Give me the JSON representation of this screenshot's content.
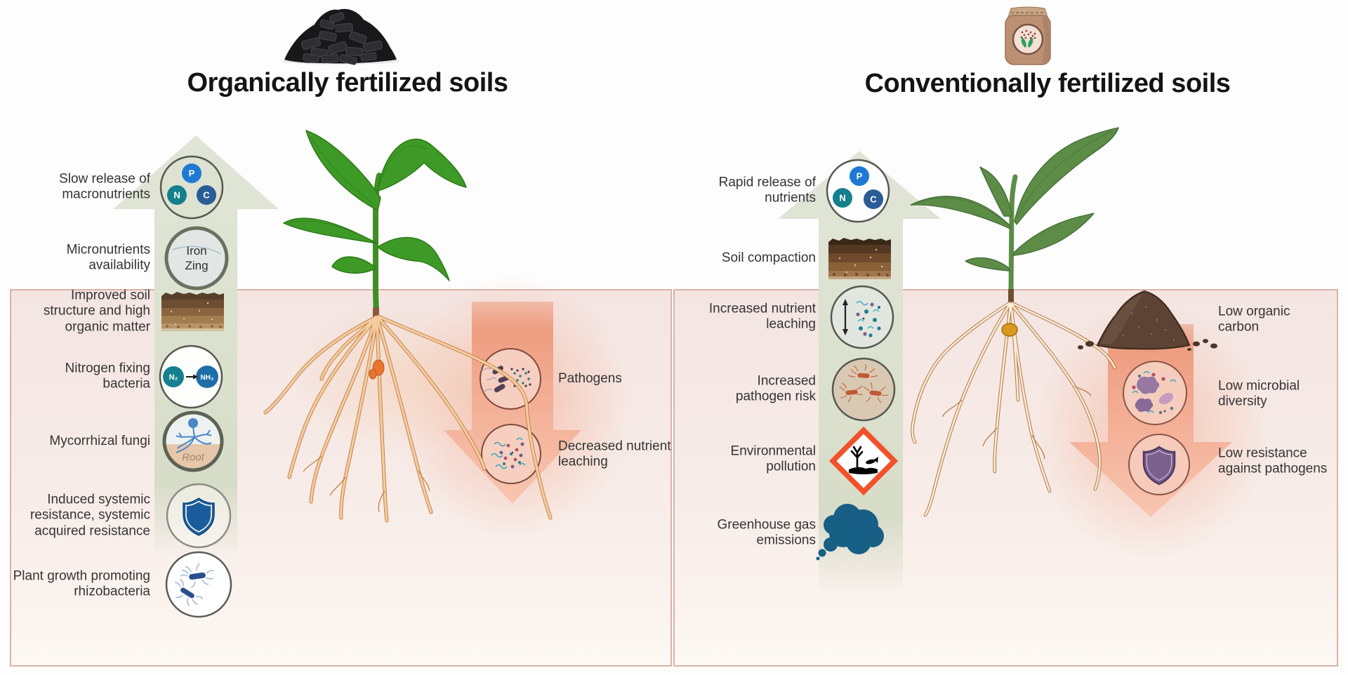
{
  "left": {
    "title": "Organically fertilized soils",
    "benefits": [
      "Slow release of\nmacronutrients",
      "Micronutrients\navailability",
      "Improved soil\nstructure and high\norganic matter",
      "Nitrogen fixing\nbacteria",
      "Mycorrhizal fungi",
      "Induced systemic\nresistance, systemic\nacquired resistance",
      "Plant growth promoting\nrhizobacteria"
    ],
    "downsides": [
      "Pathogens",
      "Decreased nutrient\nleaching"
    ],
    "micronutrients_text": "Iron\nZing",
    "root_label": "Root",
    "n2_label": "N₂",
    "nh3_label": "NH₃",
    "nutrients": {
      "p": "P",
      "n": "N",
      "c": "C"
    }
  },
  "right": {
    "title": "Conventionally fertilized soils",
    "drawbacks": [
      "Rapid release of\nnutrients",
      "Soil compaction",
      "Increased nutrient\nleaching",
      "Increased\npathogen risk",
      "Environmental\npollution",
      "Greenhouse gas\nemissions"
    ],
    "downsides": [
      "Low organic\ncarbon",
      "Low microbial\ndiversity",
      "Low resistance\nagainst pathogens"
    ],
    "nutrients": {
      "p": "P",
      "n": "N",
      "c": "C"
    }
  },
  "colors": {
    "up_arrow": "#dde2d1",
    "down_arrow": "#f3ac93",
    "soil_background": "#f5e8e5",
    "soil_border": "#dcb2a6",
    "ball_p": "#1e79d3",
    "ball_n": "#15808d",
    "ball_c": "#2a5c97",
    "shield_blue": "#1b5c9c",
    "shield_purple": "#7b5f8d",
    "hazard_orange": "#f1512b",
    "cloud_blue": "#175f85"
  }
}
